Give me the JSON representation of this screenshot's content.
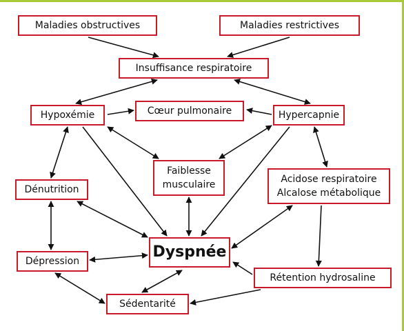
{
  "diagram": {
    "nodes": {
      "obstructives": "Maladies obstructives",
      "restrictives": "Maladies restrictives",
      "insuffisance": "Insuffisance respiratoire",
      "hypoxemie": "Hypoxémie",
      "coeur": "Cœur pulmonaire",
      "hypercapnie": "Hypercapnie",
      "faiblesse_line1": "Faiblesse",
      "faiblesse_line2": "musculaire",
      "acidose_line1": "Acidose respiratoire",
      "acidose_line2": "Alcalose métabolique",
      "denutrition": "Dénutrition",
      "depression": "Dépression",
      "dyspnee": "Dyspnée",
      "retention": "Rétention hydrosaline",
      "sedentarite": "Sédentarité"
    },
    "colors": {
      "box_border": "#c8192b",
      "arrow": "#111111",
      "frame_accent": "#a8c93a"
    }
  }
}
